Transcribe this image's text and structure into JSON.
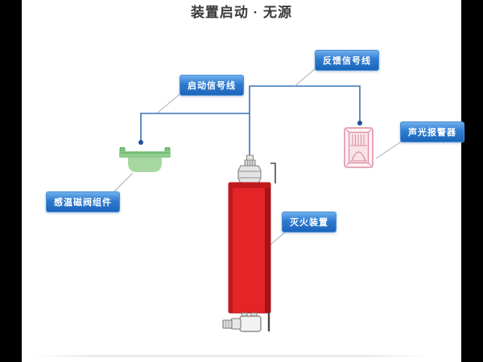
{
  "title": "装置启动 · 无源",
  "labels": {
    "startup_signal": "启动信号线",
    "feedback_signal": "反馈信号线",
    "alarm": "声光报警器",
    "valve": "感温磁阀组件",
    "extinguisher": "灭火装置"
  },
  "colors": {
    "badge_blue": "#2a77cd",
    "wire_blue": "#3a73b5",
    "wire_dot_blue": "#1f4f9b",
    "leader_gray": "#b9c2cb",
    "cylinder_red": "#e32528",
    "cylinder_edge_dark": "#a61318",
    "cylinder_band": "#c01a1e",
    "valve_green_fill": "#a6d7a1",
    "valve_green_rim": "#90cd8e",
    "valve_green_stroke": "#3f9d4e",
    "alarm_pink_stroke": "#dd8ba1",
    "alarm_pink_fill": "#f9e3e9",
    "alarm_pink_outer": "#fdf3f5",
    "metal_gray": "#e4e4e4",
    "title_color": "#3a3a3a",
    "side_bar": "#000000"
  }
}
